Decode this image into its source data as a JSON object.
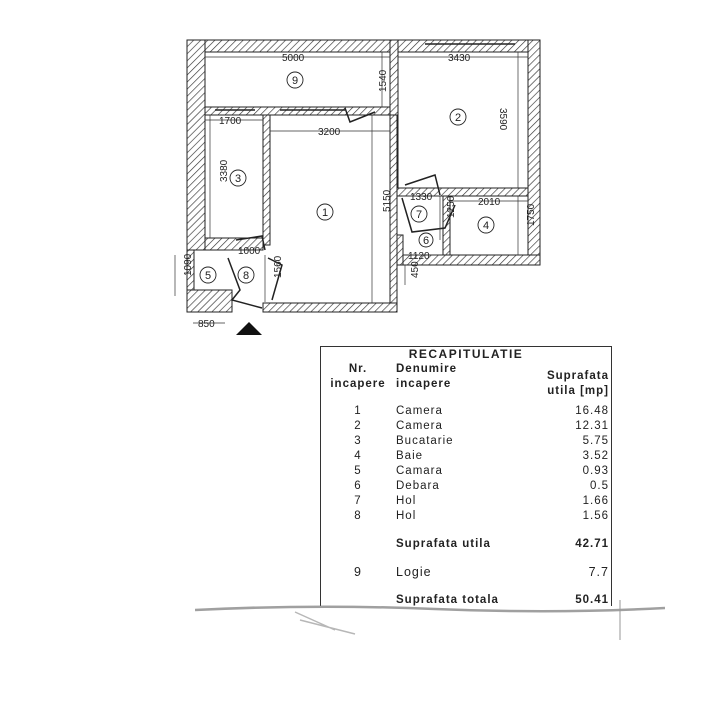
{
  "plan": {
    "rooms": [
      "1",
      "2",
      "3",
      "4",
      "5",
      "6",
      "7",
      "8",
      "9"
    ],
    "dimensions": {
      "d5000": "5000",
      "d3430": "3430",
      "d1540": "1540",
      "d3590": "3590",
      "d1700": "1700",
      "d3200": "3200",
      "d3380": "3380",
      "d5150": "5150",
      "d1330": "1330",
      "d2010": "2010",
      "d1250": "1250",
      "d1750": "1750",
      "d1000": "1000",
      "d1120": "1120",
      "d1090": "1090",
      "d1560": "1560",
      "d450": "450",
      "d850": "850"
    }
  },
  "table": {
    "title": "RECAPITULATIE",
    "headers": {
      "nr_1": "Nr.",
      "nr_2": "incapere",
      "name_1": "Denumire",
      "name_2": "incapere",
      "area_1": "Suprafata",
      "area_2": "utila [mp]"
    },
    "rows": [
      {
        "nr": "1",
        "name": "Camera",
        "area": "16.48"
      },
      {
        "nr": "2",
        "name": "Camera",
        "area": "12.31"
      },
      {
        "nr": "3",
        "name": "Bucatarie",
        "area": "5.75"
      },
      {
        "nr": "4",
        "name": "Baie",
        "area": "3.52"
      },
      {
        "nr": "5",
        "name": "Camara",
        "area": "0.93"
      },
      {
        "nr": "6",
        "name": "Debara",
        "area": "0.5"
      },
      {
        "nr": "7",
        "name": "Hol",
        "area": "1.66"
      },
      {
        "nr": "8",
        "name": "Hol",
        "area": "1.56"
      }
    ],
    "useful_total": {
      "label": "Suprafata utila",
      "area": "42.71"
    },
    "loggia": {
      "nr": "9",
      "name": "Logie",
      "area": "7.7"
    },
    "grand_total": {
      "label": "Suprafata totala",
      "area": "50.41"
    }
  }
}
